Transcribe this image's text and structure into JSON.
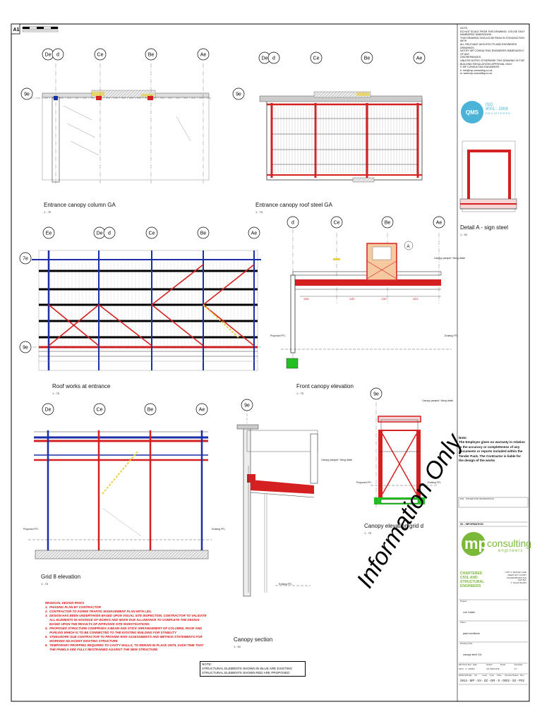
{
  "sheet": {
    "size_label": "A1"
  },
  "notes": {
    "header": "NOTE:",
    "lines": [
      "DO NOT SCALE FROM THIS DRAWING. UTILISE ONLY",
      "NUMBERED DIMENSIONS.",
      "THIS DRAWING SHOULD BE READ IN CONJUNCTION WITH",
      "ALL RELEVANT ARCHITECTS AND ENGINEERS DRAWINGS.",
      "NOTIFY MP CONSULTING ENGINEERS IMMEDIATELY OF ANY",
      "DISCREPANCIES.",
      "UNLESS NOTED OTHERWISE THIS DRAWING IS FOR",
      "BUILDING REGULATIONS APPROVAL ONLY.",
      "© MP CONSULTING ENGINEERS",
      "e: info@mp-consulting.co.uk",
      "w: www.mp-consulting.co.uk"
    ]
  },
  "qms": {
    "badge": "QMS",
    "iso": "ISO",
    "standard": "9001 : 2008",
    "registered": "REGISTERED"
  },
  "views": {
    "column_ga": {
      "title": "Entrance canopy column GA",
      "scale": "1 : 75"
    },
    "roof_steel_ga": {
      "title": "Entrance canopy roof steel GA",
      "scale": "1 : 75"
    },
    "detail_a": {
      "title": "Detail A - sign steel",
      "scale": "1 : 50"
    },
    "roof_works": {
      "title": "Roof works at entrance",
      "scale": "1 : 75"
    },
    "front_elevation": {
      "title": "Front canopy elevation",
      "scale": "1 : 75"
    },
    "grid8": {
      "title": "Grid 8 elevation",
      "scale": "1 : 75"
    },
    "canopy_section": {
      "title": "Canopy section",
      "scale": "1 : 50"
    },
    "elevation_d": {
      "title": "Canopy elevation grid d",
      "scale": "1 : 75"
    }
  },
  "grids": {
    "col_ga": [
      "De",
      "d",
      "Ce",
      "Be",
      "Ae"
    ],
    "col_ga_row": "9e",
    "roof_ga": [
      "De",
      "d",
      "Ce",
      "Be",
      "Ae"
    ],
    "roof_ga_row": "9e",
    "roof_works": [
      "Ee",
      "De",
      "d",
      "Ce",
      "Be",
      "Ae"
    ],
    "roof_works_rows": [
      "7e",
      "9e"
    ],
    "front_elev": [
      "d",
      "Ce",
      "Be",
      "Ae"
    ],
    "grid8": [
      "De",
      "Ce",
      "Be",
      "Ae"
    ],
    "section": "9e",
    "elev_d": "9e",
    "detail_marker": "A"
  },
  "drawing_labels": {
    "proposed_ffl": "Proposed FFL",
    "existing_ffl": "Existing FFL",
    "canopy_parapet": "Canopy parapet / fixing detail",
    "dimension_a": "4065",
    "dimension_b": "3490",
    "dimension_c": "1350",
    "dimension_d": "3915"
  },
  "employer_note": {
    "header": "Note:",
    "text": "The Employer gives no warranty in relation to the accuracy or completeness of any documents or reports included within the Tender Pack. The Contractor is liable for the design of the works"
  },
  "titleblock": {
    "status": "S2 - INFORMATION",
    "logo_mp": "mp",
    "logo_consulting": "consulting",
    "logo_engineers": "engineers",
    "chartered": "CHARTERED",
    "civil_and": "CIVIL AND",
    "structural": "STRUCTURAL",
    "engineers_label": "ENGINEERS",
    "address": [
      "UNIT 2, MANSE LANE",
      "MERCURY COURT",
      "KNARESBOROUGH",
      "HG5 8LF",
      "T: 01423 861054"
    ],
    "project_label": "Project",
    "project": "Leb Gallon",
    "client_label": "Client",
    "client": "jaael architects",
    "drawing_title_label": "Drawing Title",
    "drawing_title": "canopy steel GA",
    "meta_headers": [
      "MP Docs Ref",
      "Date",
      "Drawn",
      "Scale",
      "Checked"
    ],
    "meta_values": [
      "2914 - 3 - 0002",
      "01",
      "AS INDICATE",
      "",
      "CT"
    ],
    "number_headers": [
      "MNW Ref",
      "Origin",
      "Vol",
      "Level",
      "Type",
      "Role",
      "Number",
      "Status",
      "Rev"
    ],
    "number": "2914 - MP - XX - ZZ - DR - S - 0002 - S2 - P02"
  },
  "watermark": "Information Only",
  "risks": {
    "header": "RESIDUAL DESIGN RISKS",
    "items": [
      "1.  PHASING PLAN BY CONTRACTOR",
      "2.  CONTRACTOR TO AGREE TRAFFIC MANAGEMENT PLAN WITH LIDL",
      "3.  DESIGN HAS BEEN UNDERTAKEN BASED UPON VISUAL SITE INSPECTION. CONTRACTOR TO VALIDATE",
      "     ALL ELEMENTS IN ADVANCE OF WORKS AND MAKE DUE ALLOWANCE TO COMPLETE THE DESIGN",
      "     BASED UPON THE RESULTS OF INTRUSIVE SITE INVESTIGATIONS",
      "4.  PROPOSED STRUCTURE COMPRISES A BEAM AND STICK ARRANGEMENT OF COLUMNS, ROOF AND",
      "     PURLINS WHICH IS TO BE CONNECTED TO THE EXISTING BUILDING FOR STABILITY",
      "5.  STEELWORK SUB CONTRACTOR TO PROVIDE RISK ASSESSMENTS AND METHOD STATEMENTS FOR",
      "     WORKING ADJACENT EXISTING STRUCTURE",
      "6.  TEMPORARY PROPPING REQUIRED TO CAVITY WALLS, TO REMAIN IN PLACE UNTIL SUCH TIME THAT",
      "     THE PANELS ARE FULLY RESTRAINED AGAINST THE NEW STRUCTURE"
    ]
  },
  "color_note": {
    "header": "NOTE:",
    "line1": "STRUCTURAL ELEMENTS SHOWN IN BLUE ARE EXISTING",
    "line2": "STRUCTURAL ELEMENTS SHOWN RED ARE PROPOSED"
  },
  "colors": {
    "proposed": "#d42020",
    "existing": "#1a2fa8",
    "slab": "#22c022",
    "hatch": "#e8d040"
  }
}
